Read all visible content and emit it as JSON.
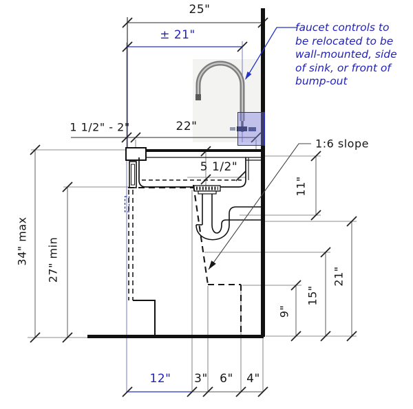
{
  "colors": {
    "accent_blue": "#2222bb",
    "ink": "#161616",
    "line_gray": "#8c8c8c",
    "selection_fill": "rgba(122,122,226,0.42)"
  },
  "dimensions": {
    "top": {
      "overall_depth": "25\"",
      "faucet_reach": "± 21\"",
      "counter_overhang": "1 1/2\" - 2\"",
      "counter_depth": "22\""
    },
    "sink": {
      "bowl_depth": "5 1/2\""
    },
    "left": {
      "counter_height": "34\" max",
      "knee_clearance_height": "27\" min"
    },
    "right": {
      "pipe_drop": "11\"",
      "clearance_21": "21\"",
      "clearance_15": "15\"",
      "toe_height": "9\""
    },
    "bottom": {
      "knee_depth": "12\"",
      "slope_run": "3\"",
      "toe_depth": "6\"",
      "wall_offset": "4\""
    }
  },
  "labels": {
    "slope": "1:6 slope"
  },
  "annotation": {
    "lines": [
      "faucet controls to",
      "be relocated to be",
      "wall-mounted, side",
      "of sink, or front of",
      "bump-out"
    ]
  }
}
